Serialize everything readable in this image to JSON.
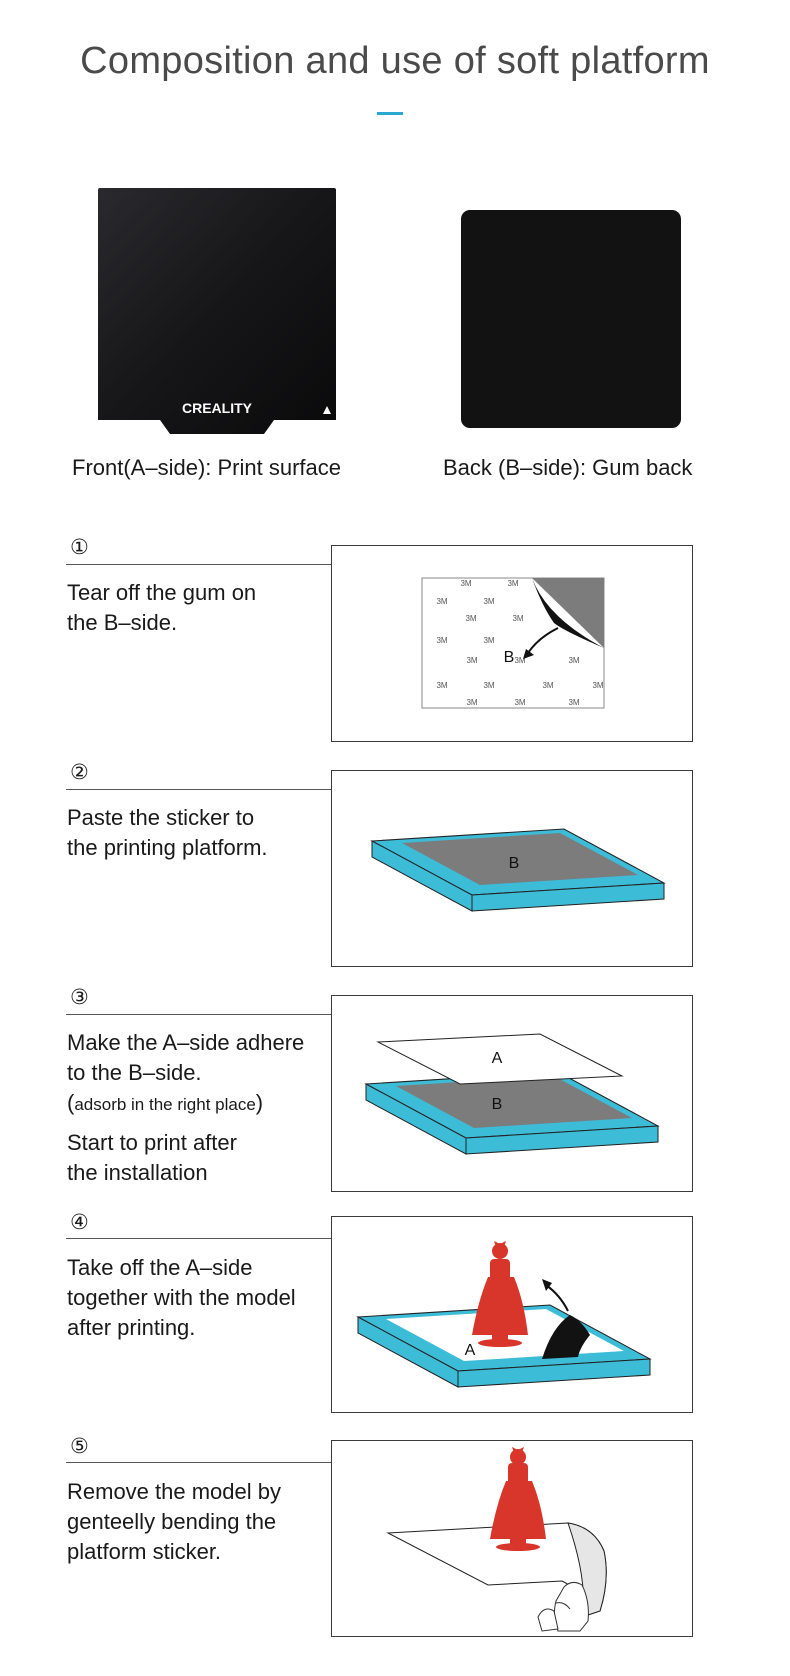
{
  "header": {
    "title": "Composition and use of soft platform",
    "accent_color": "#2aa8d2"
  },
  "platform": {
    "front_caption": "Front(A–side): Print surface",
    "back_caption": "Back (B–side): Gum back",
    "brand_logo": "CREALITY"
  },
  "steps": [
    {
      "number": "①",
      "lines": [
        "Tear off the gum on",
        "the B–side."
      ]
    },
    {
      "number": "②",
      "lines": [
        "Paste the sticker to",
        "the printing platform."
      ]
    },
    {
      "number": "③",
      "lines": [
        "Make the A–side adhere",
        "to the B–side."
      ],
      "note_open": "(",
      "note": "adsorb in the right place",
      "note_close": ")",
      "extra_lines": [
        "Start to print after",
        "the installation"
      ]
    },
    {
      "number": "④",
      "lines": [
        "Take off the A–side",
        "together with the model",
        "after printing."
      ]
    },
    {
      "number": "⑤",
      "lines": [
        "Remove the model by",
        "genteelly bending the",
        "platform sticker."
      ]
    }
  ],
  "labels": {
    "a": "A",
    "b": "B",
    "mark": "3M"
  },
  "colors": {
    "platform_blue": "#3dbcd8",
    "sticker_gray": "#7c7c7c",
    "model_red": "#d9362b",
    "panel_black": "#121212"
  }
}
